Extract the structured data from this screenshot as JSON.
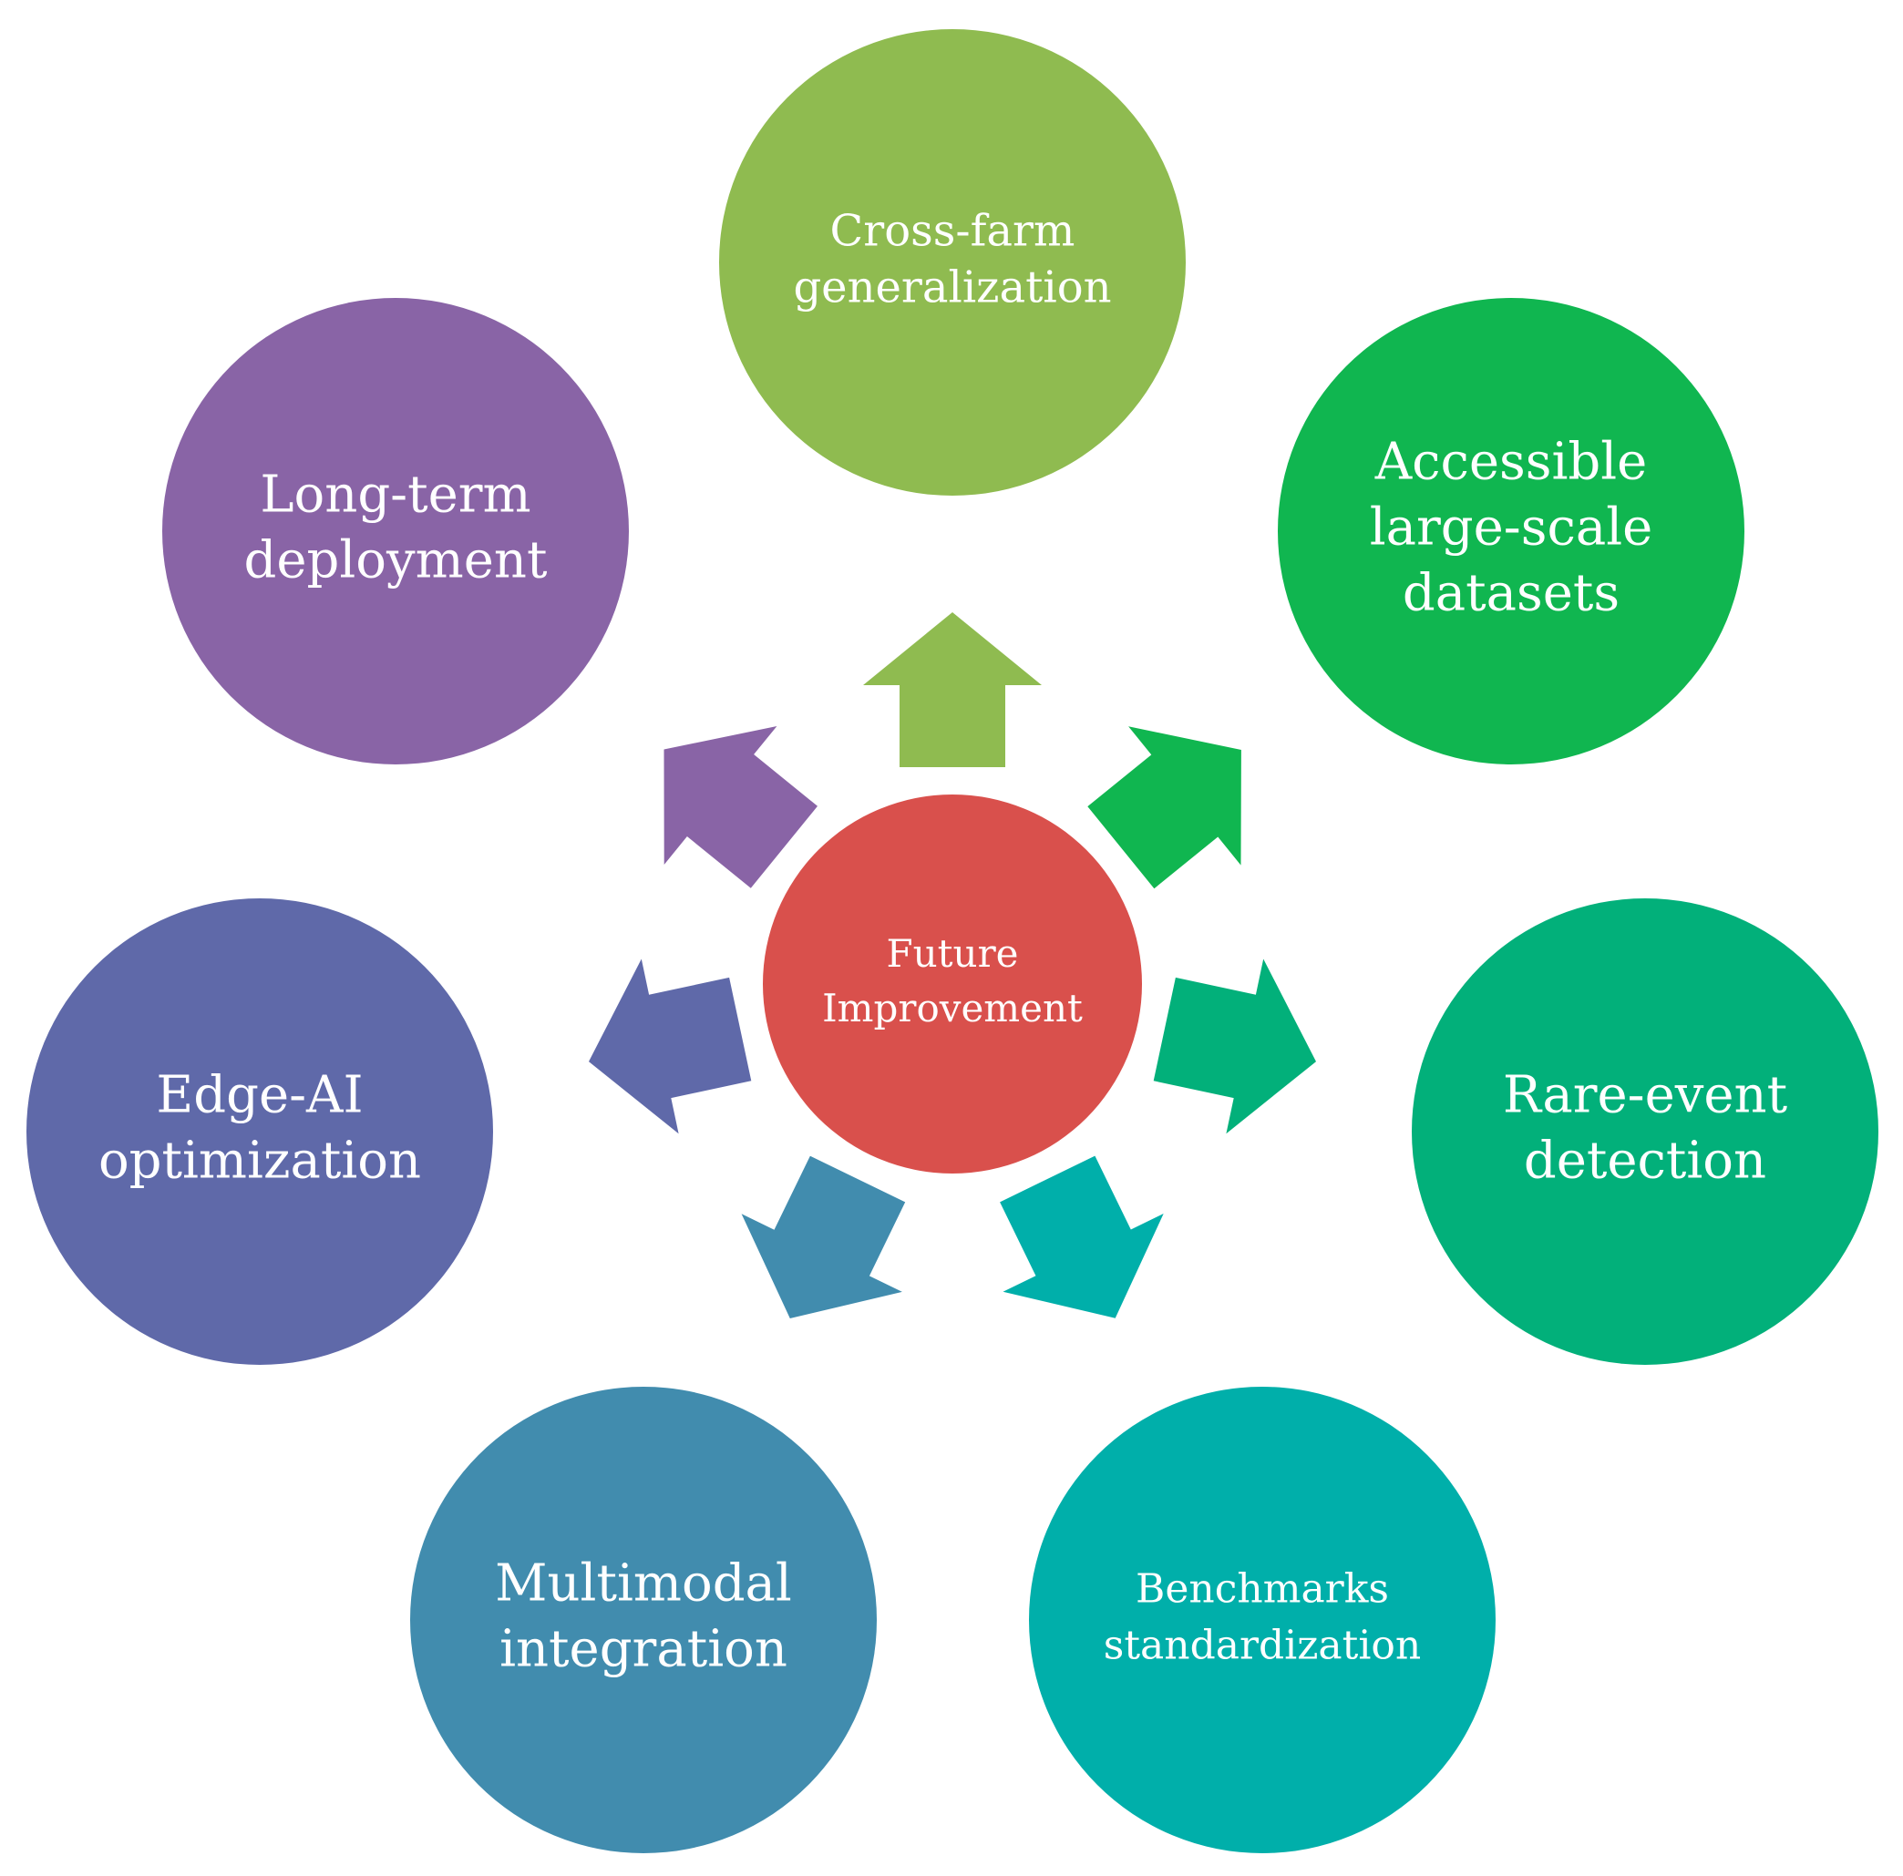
{
  "center": {
    "lines": [
      "Future",
      "Improvement"
    ],
    "color": "#d9504c"
  },
  "nodes": [
    {
      "id": "cross-farm",
      "lines": [
        "Cross-farm",
        "generalization"
      ],
      "color": "#8fbb50"
    },
    {
      "id": "datasets",
      "lines": [
        "Accessible",
        "large-scale",
        "datasets"
      ],
      "color": "#10b650"
    },
    {
      "id": "rare-event",
      "lines": [
        "Rare-event",
        "detection"
      ],
      "color": "#02b07a"
    },
    {
      "id": "benchmarks",
      "lines": [
        "Benchmarks",
        "standardization"
      ],
      "color": "#00afaa"
    },
    {
      "id": "multimodal",
      "lines": [
        "Multimodal",
        "integration"
      ],
      "color": "#418cae"
    },
    {
      "id": "edge-ai",
      "lines": [
        "Edge-AI",
        "optimization"
      ],
      "color": "#5f69a9"
    },
    {
      "id": "long-term",
      "lines": [
        "Long-term",
        "deployment"
      ],
      "color": "#8964a6"
    }
  ]
}
